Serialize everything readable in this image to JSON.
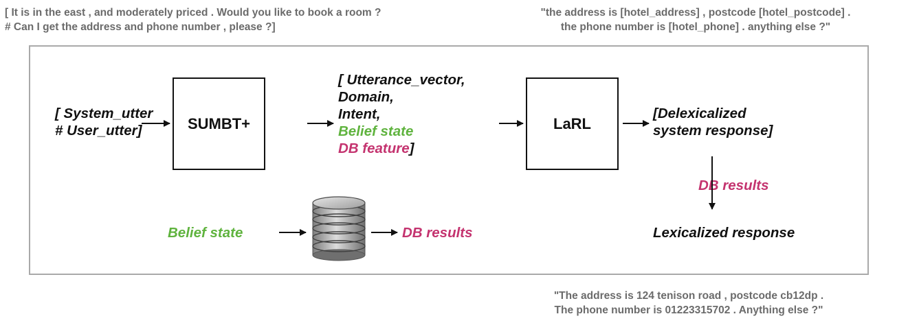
{
  "captions": {
    "top_left": [
      "[ It is in the east , and moderately priced . Would you like to book a room ?",
      "# Can I get the address and phone number , please ?]"
    ],
    "top_right": [
      "\"the address is [hotel_address] , postcode [hotel_postcode] .",
      "the phone number is [hotel_phone] . anything else ?\""
    ],
    "bottom_right": [
      "\"The address is 124 tenison road , postcode cb12dp .",
      "The phone number is 01223315702 . Anything else ?\""
    ]
  },
  "input": {
    "line1": "[ System_utter",
    "line2": "# User_utter]"
  },
  "sumbt": {
    "label": "SUMBT+"
  },
  "intermediate": {
    "line1": "[ Utterance_vector,",
    "line2": "Domain,",
    "line3": "Intent,",
    "line4": "Belief state",
    "line5_a": "DB feature",
    "line5_b": "]"
  },
  "larl": {
    "label": "LaRL"
  },
  "output": {
    "line1": "[Delexicalized",
    "line2": "system response]"
  },
  "db_results_side": "DB results",
  "lexicalized_response": "Lexicalized response",
  "db_lookup": {
    "input_label": "Belief state",
    "output_label": "DB results",
    "icon": "database-icon"
  },
  "colors": {
    "belief_green": "#5fb33e",
    "db_pink": "#c4336f",
    "caption_gray": "#6b6b6b",
    "frame_gray": "#a9a9a9"
  }
}
